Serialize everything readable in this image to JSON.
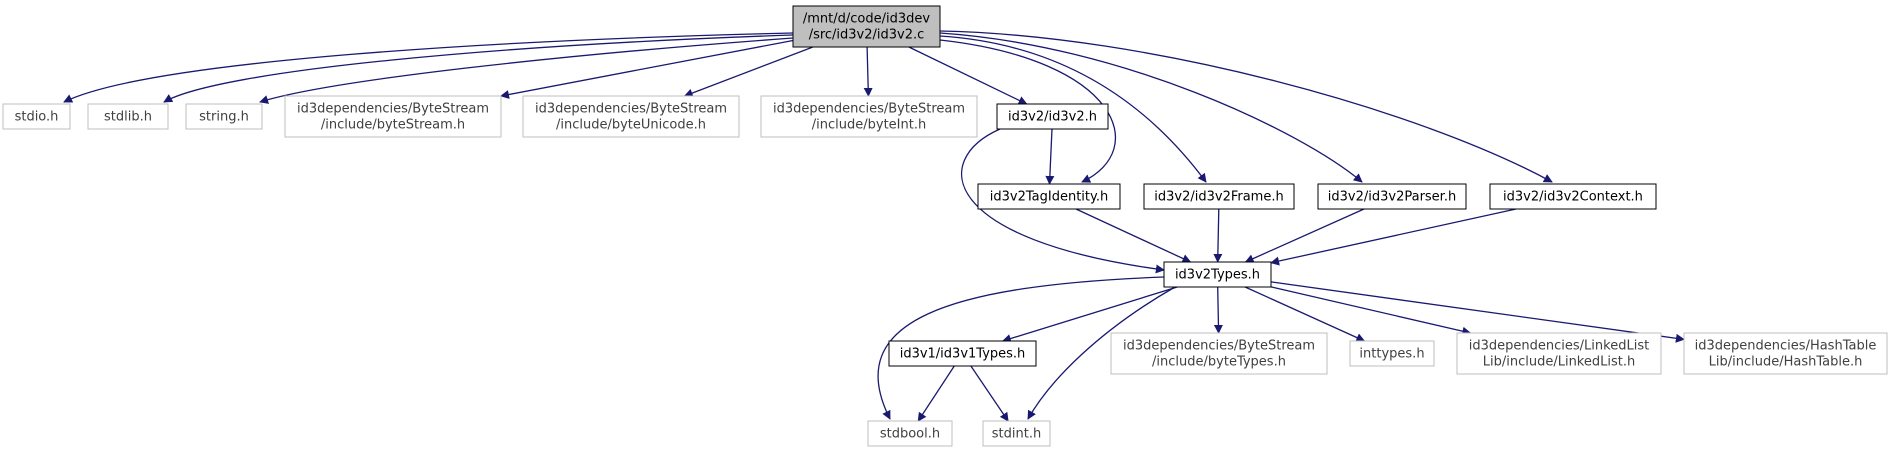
{
  "nodes": [
    {
      "id": "main",
      "kind": "primary",
      "lines": [
        "/mnt/d/code/id3dev",
        "/src/id3v2/id3v2.c"
      ]
    },
    {
      "id": "stdio",
      "kind": "external",
      "lines": [
        "stdio.h"
      ]
    },
    {
      "id": "stdlib",
      "kind": "external",
      "lines": [
        "stdlib.h"
      ]
    },
    {
      "id": "string",
      "kind": "external",
      "lines": [
        "string.h"
      ]
    },
    {
      "id": "byteStream",
      "kind": "external",
      "lines": [
        "id3dependencies/ByteStream",
        "/include/byteStream.h"
      ]
    },
    {
      "id": "byteUnicode",
      "kind": "external",
      "lines": [
        "id3dependencies/ByteStream",
        "/include/byteUnicode.h"
      ]
    },
    {
      "id": "byteInt",
      "kind": "external",
      "lines": [
        "id3dependencies/ByteStream",
        "/include/byteInt.h"
      ]
    },
    {
      "id": "id3v2h",
      "kind": "internal",
      "lines": [
        "id3v2/id3v2.h"
      ]
    },
    {
      "id": "tagIdentity",
      "kind": "internal",
      "lines": [
        "id3v2TagIdentity.h"
      ]
    },
    {
      "id": "frame",
      "kind": "internal",
      "lines": [
        "id3v2/id3v2Frame.h"
      ]
    },
    {
      "id": "parser",
      "kind": "internal",
      "lines": [
        "id3v2/id3v2Parser.h"
      ]
    },
    {
      "id": "context",
      "kind": "internal",
      "lines": [
        "id3v2/id3v2Context.h"
      ]
    },
    {
      "id": "types",
      "kind": "internal",
      "lines": [
        "id3v2Types.h"
      ]
    },
    {
      "id": "v1types",
      "kind": "internal",
      "lines": [
        "id3v1/id3v1Types.h"
      ]
    },
    {
      "id": "byteTypes",
      "kind": "external",
      "lines": [
        "id3dependencies/ByteStream",
        "/include/byteTypes.h"
      ]
    },
    {
      "id": "inttypes",
      "kind": "external",
      "lines": [
        "inttypes.h"
      ]
    },
    {
      "id": "linkedList",
      "kind": "external",
      "lines": [
        "id3dependencies/LinkedList",
        "Lib/include/LinkedList.h"
      ]
    },
    {
      "id": "hashTable",
      "kind": "external",
      "lines": [
        "id3dependencies/HashTable",
        "Lib/include/HashTable.h"
      ]
    },
    {
      "id": "stdbool",
      "kind": "external",
      "lines": [
        "stdbool.h"
      ]
    },
    {
      "id": "stdint",
      "kind": "external",
      "lines": [
        "stdint.h"
      ]
    }
  ],
  "edges": [
    {
      "from": "main",
      "to": "stdio"
    },
    {
      "from": "main",
      "to": "stdlib"
    },
    {
      "from": "main",
      "to": "string"
    },
    {
      "from": "main",
      "to": "byteStream"
    },
    {
      "from": "main",
      "to": "byteUnicode"
    },
    {
      "from": "main",
      "to": "byteInt"
    },
    {
      "from": "main",
      "to": "id3v2h"
    },
    {
      "from": "main",
      "to": "tagIdentity"
    },
    {
      "from": "main",
      "to": "frame"
    },
    {
      "from": "main",
      "to": "parser"
    },
    {
      "from": "main",
      "to": "context"
    },
    {
      "from": "id3v2h",
      "to": "tagIdentity"
    },
    {
      "from": "id3v2h",
      "to": "types"
    },
    {
      "from": "tagIdentity",
      "to": "types"
    },
    {
      "from": "frame",
      "to": "types"
    },
    {
      "from": "parser",
      "to": "types"
    },
    {
      "from": "context",
      "to": "types"
    },
    {
      "from": "types",
      "to": "v1types"
    },
    {
      "from": "types",
      "to": "byteTypes"
    },
    {
      "from": "types",
      "to": "inttypes"
    },
    {
      "from": "types",
      "to": "linkedList"
    },
    {
      "from": "types",
      "to": "hashTable"
    },
    {
      "from": "types",
      "to": "stdbool"
    },
    {
      "from": "types",
      "to": "stdint"
    },
    {
      "from": "v1types",
      "to": "stdbool"
    },
    {
      "from": "v1types",
      "to": "stdint"
    }
  ],
  "colors": {
    "edge": "#191970",
    "primary_fill": "#bfbfbf",
    "internal_border": "#000000",
    "external_border": "#bfbfbf"
  }
}
